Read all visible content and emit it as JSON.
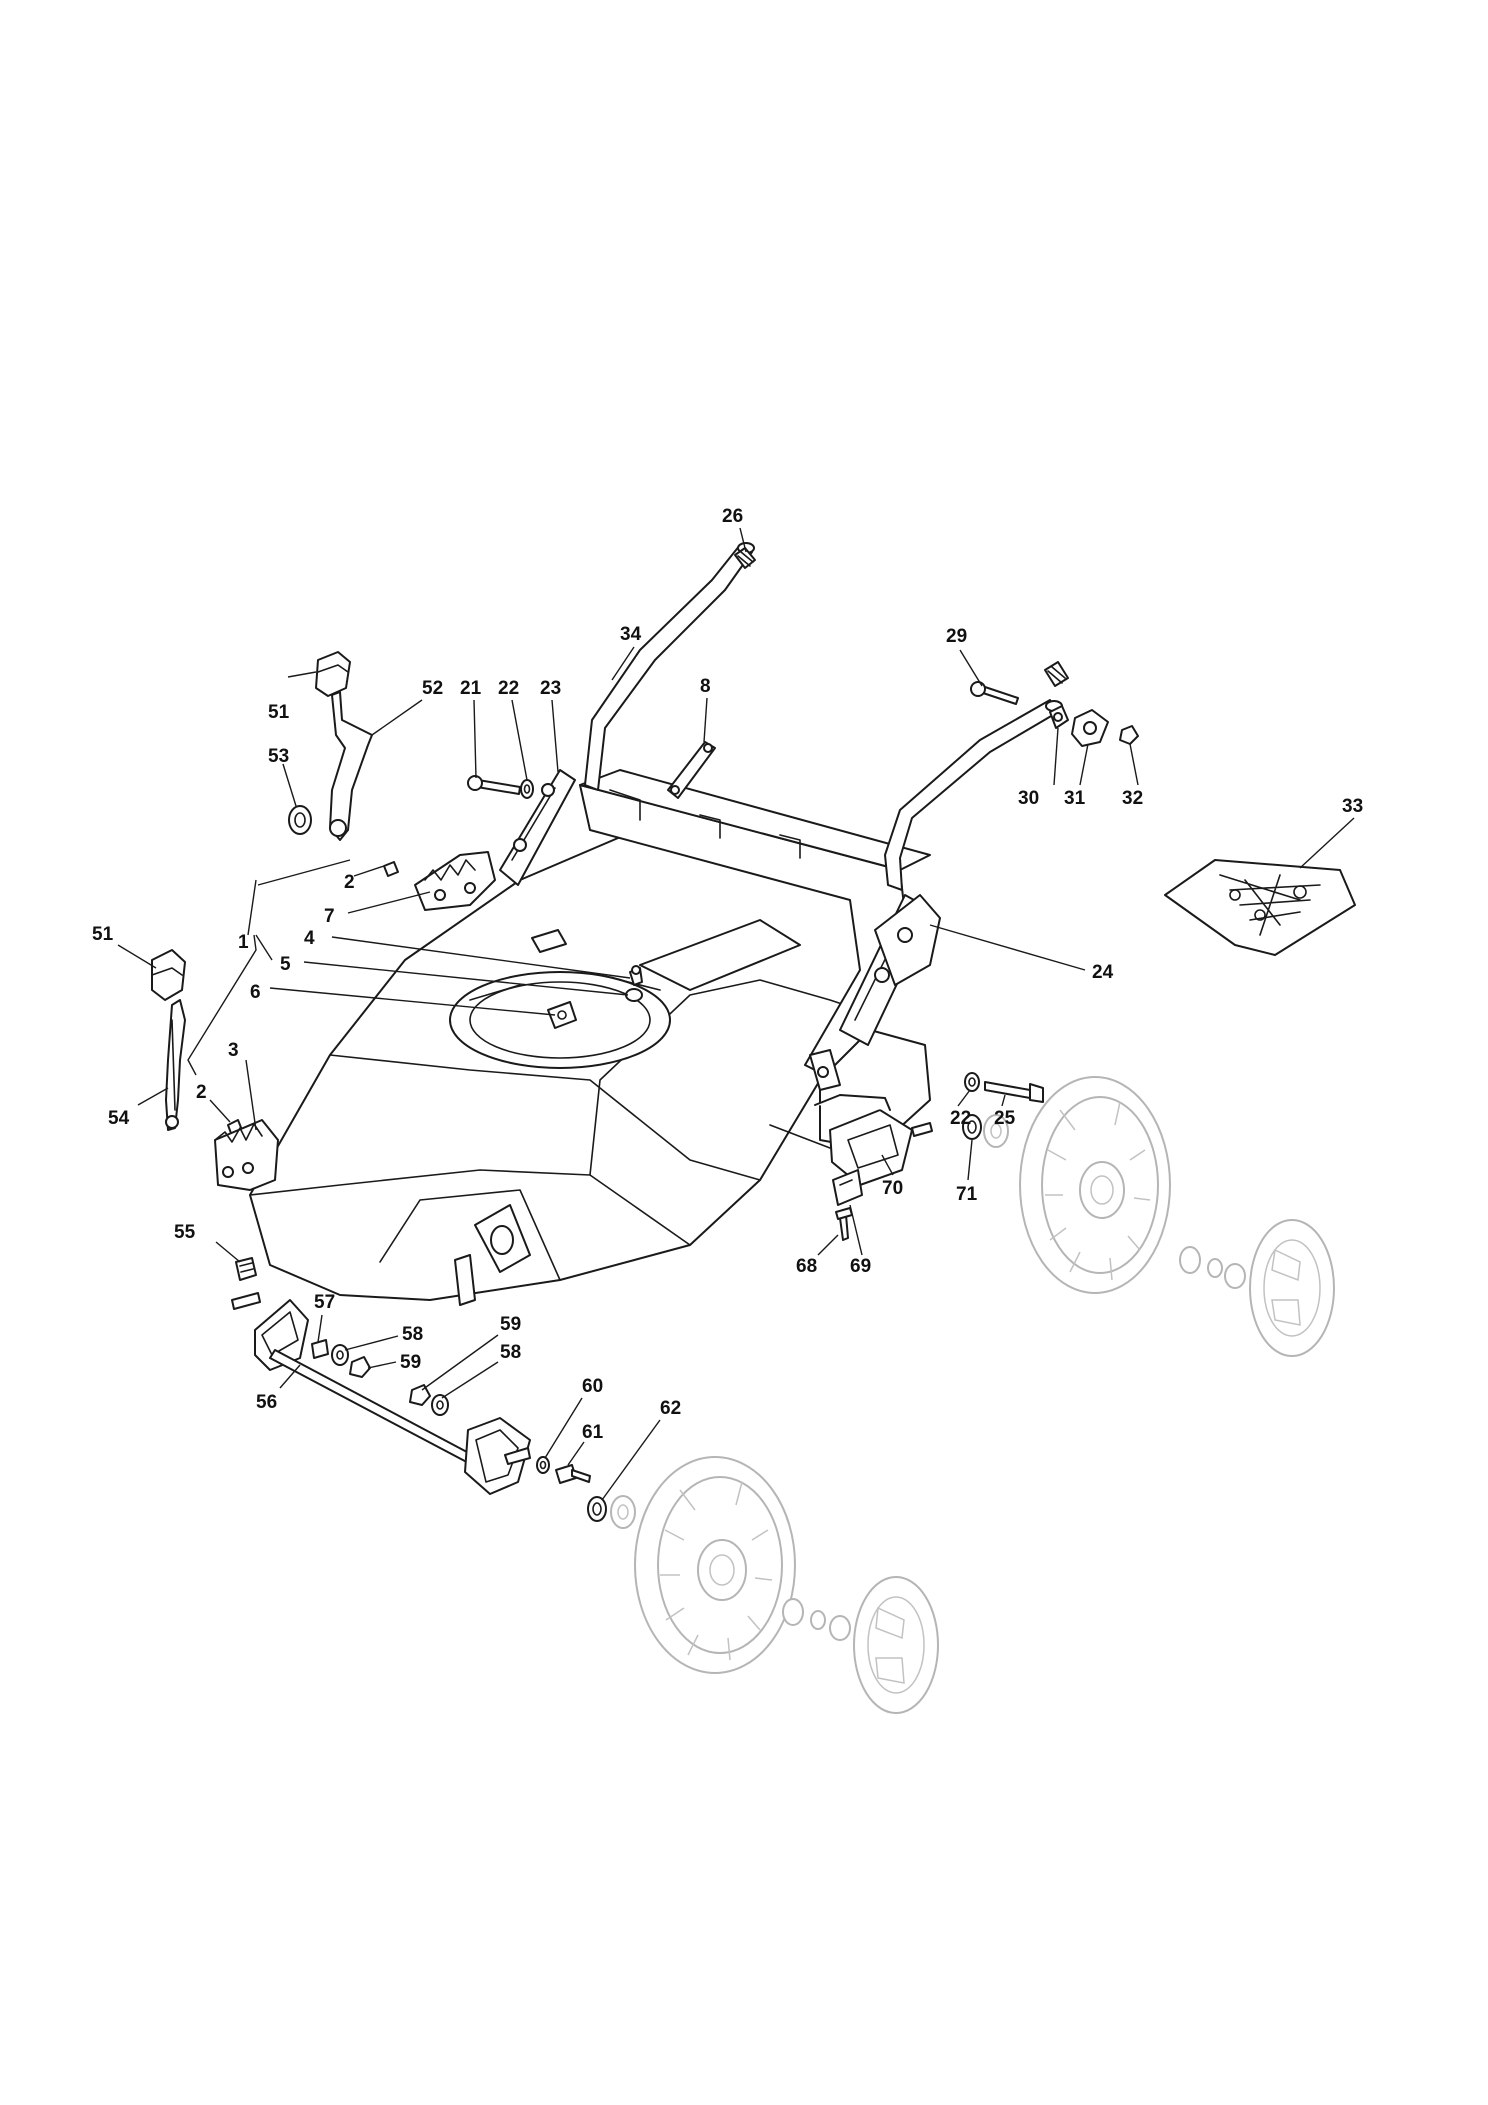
{
  "callouts": [
    {
      "id": "c1",
      "label": "1"
    },
    {
      "id": "c2a",
      "label": "2"
    },
    {
      "id": "c2b",
      "label": "2"
    },
    {
      "id": "c3",
      "label": "3"
    },
    {
      "id": "c4",
      "label": "4"
    },
    {
      "id": "c5",
      "label": "5"
    },
    {
      "id": "c6",
      "label": "6"
    },
    {
      "id": "c7",
      "label": "7"
    },
    {
      "id": "c8",
      "label": "8"
    },
    {
      "id": "c21",
      "label": "21"
    },
    {
      "id": "c22a",
      "label": "22"
    },
    {
      "id": "c22b",
      "label": "22"
    },
    {
      "id": "c23",
      "label": "23"
    },
    {
      "id": "c24",
      "label": "24"
    },
    {
      "id": "c25",
      "label": "25"
    },
    {
      "id": "c26",
      "label": "26"
    },
    {
      "id": "c29",
      "label": "29"
    },
    {
      "id": "c30",
      "label": "30"
    },
    {
      "id": "c31",
      "label": "31"
    },
    {
      "id": "c32",
      "label": "32"
    },
    {
      "id": "c33",
      "label": "33"
    },
    {
      "id": "c34",
      "label": "34"
    },
    {
      "id": "c51a",
      "label": "51"
    },
    {
      "id": "c51b",
      "label": "51"
    },
    {
      "id": "c52",
      "label": "52"
    },
    {
      "id": "c53",
      "label": "53"
    },
    {
      "id": "c54",
      "label": "54"
    },
    {
      "id": "c55",
      "label": "55"
    },
    {
      "id": "c56",
      "label": "56"
    },
    {
      "id": "c57",
      "label": "57"
    },
    {
      "id": "c58a",
      "label": "58"
    },
    {
      "id": "c58b",
      "label": "58"
    },
    {
      "id": "c59a",
      "label": "59"
    },
    {
      "id": "c59b",
      "label": "59"
    },
    {
      "id": "c60",
      "label": "60"
    },
    {
      "id": "c61",
      "label": "61"
    },
    {
      "id": "c62",
      "label": "62"
    },
    {
      "id": "c68",
      "label": "68"
    },
    {
      "id": "c69",
      "label": "69"
    },
    {
      "id": "c70",
      "label": "70"
    },
    {
      "id": "c71",
      "label": "71"
    }
  ]
}
